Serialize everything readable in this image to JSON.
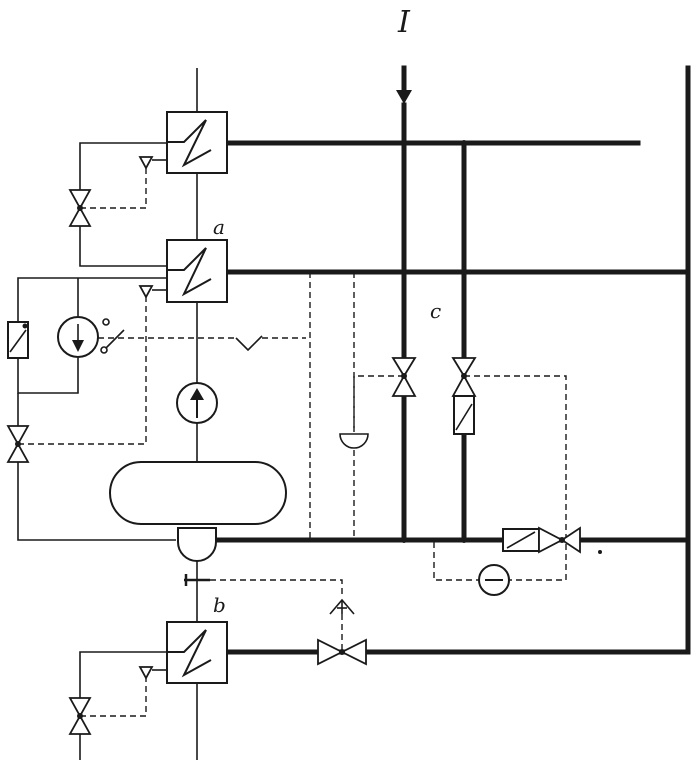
{
  "labels": {
    "inlet": "I",
    "a": "a",
    "b": "b",
    "c": "c"
  },
  "colors": {
    "ink": "#1a1a1a",
    "paper": "#ffffff"
  },
  "icons": {
    "heat_exchanger": "heat-exchanger-icon",
    "valve": "two-way-valve-icon",
    "pump": "circulation-pump-icon",
    "tank": "storage-tank-icon",
    "controller": "controller-icon",
    "sensor": "temperature-sensor-icon"
  }
}
